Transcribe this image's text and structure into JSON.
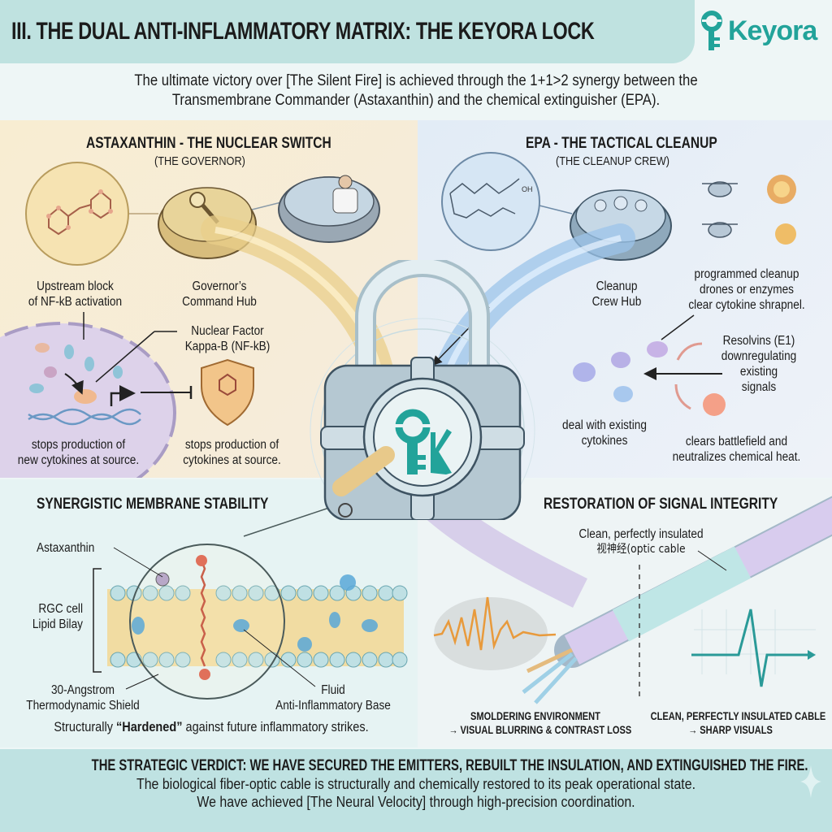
{
  "header": {
    "title": "III. THE DUAL ANTI-INFLAMMATORY MATRIX: THE KEYORA LOCK",
    "brand": "Keyora",
    "subtitle_line1": "The ultimate victory over [The Silent Fire] is achieved through the 1+1>2 synergy between the",
    "subtitle_line2": "Transmembrane Commander (Astaxanthin) and the chemical extinguisher (EPA)."
  },
  "astaxanthin": {
    "heading": "ASTAXANTHIN - THE NUCLEAR SWITCH",
    "subheading": "(THE GOVERNOR)",
    "hub_label_1": "Governor’s",
    "hub_label_2": "Command Hub",
    "upstream_1": "Upstream block",
    "upstream_2": "of NF-kB activation",
    "nfkb_1": "Nuclear Factor",
    "nfkb_2": "Kappa-B (NF-kB)",
    "stop_new_1": "stops production of",
    "stop_new_2": "new cytokines at source.",
    "stop_1": "stops production of",
    "stop_2": "cytokines at source."
  },
  "epa": {
    "heading": "EPA - THE TACTICAL CLEANUP",
    "subheading": "(THE CLEANUP CREW)",
    "hub_1": "Cleanup",
    "hub_2": "Crew Hub",
    "drones_1": "programmed cleanup",
    "drones_2": "drones or enzymes",
    "drones_3": "clear cytokine shrapnel.",
    "resolvins_1": "Resolvins (E1)",
    "resolvins_2": "downregulating",
    "resolvins_3": "existing",
    "resolvins_4": "signals",
    "deal_1": "deal with existing",
    "deal_2": "cytokines",
    "clears_1": "clears battlefield and",
    "clears_2": "neutralizes chemical heat.",
    "molecule_oh": "OH"
  },
  "membrane": {
    "heading": "SYNERGISTIC MEMBRANE STABILITY",
    "astaxanthin": "Astaxanthin",
    "rgc_1": "RGC cell",
    "rgc_2": "Lipid Bilay",
    "shield_1": "30-Angstrom",
    "shield_2": "Thermodynamic Shield",
    "fluid_1": "Fluid",
    "fluid_2": "Anti-Inflammatory Base",
    "caption_pre": "Structurally ",
    "caption_bold": "“Hardened”",
    "caption_post": " against future inflammatory strikes."
  },
  "signal": {
    "heading": "RESTORATION OF SIGNAL INTEGRITY",
    "cable_1": "Clean, perfectly insulated",
    "cable_2": "视神经(optic cable",
    "left_1": "SMOLDERING ENVIRONMENT",
    "left_2": "→ VISUAL BLURRING & CONTRAST LOSS",
    "right_1": "CLEAN, PERFECTLY INSULATED CABLE",
    "right_2": "→ SHARP VISUALS"
  },
  "footer": {
    "verdict": "THE STRATEGIC VERDICT: WE HAVE SECURED THE EMITTERS, REBUILT THE INSULATION, AND EXTINGUISHED THE FIRE.",
    "line1": "The biological fiber-optic cable is structurally and chemically restored to its peak operational state.",
    "line2": "We have achieved [The Neural Velocity] through high-precision coordination."
  },
  "colors": {
    "brand_teal": "#22a39a",
    "header_bg": "#bfe2e0",
    "gold_stream": "#e9cf8a",
    "blue_stream": "#9cc4ea",
    "purple_stream": "#c8b6e2"
  }
}
